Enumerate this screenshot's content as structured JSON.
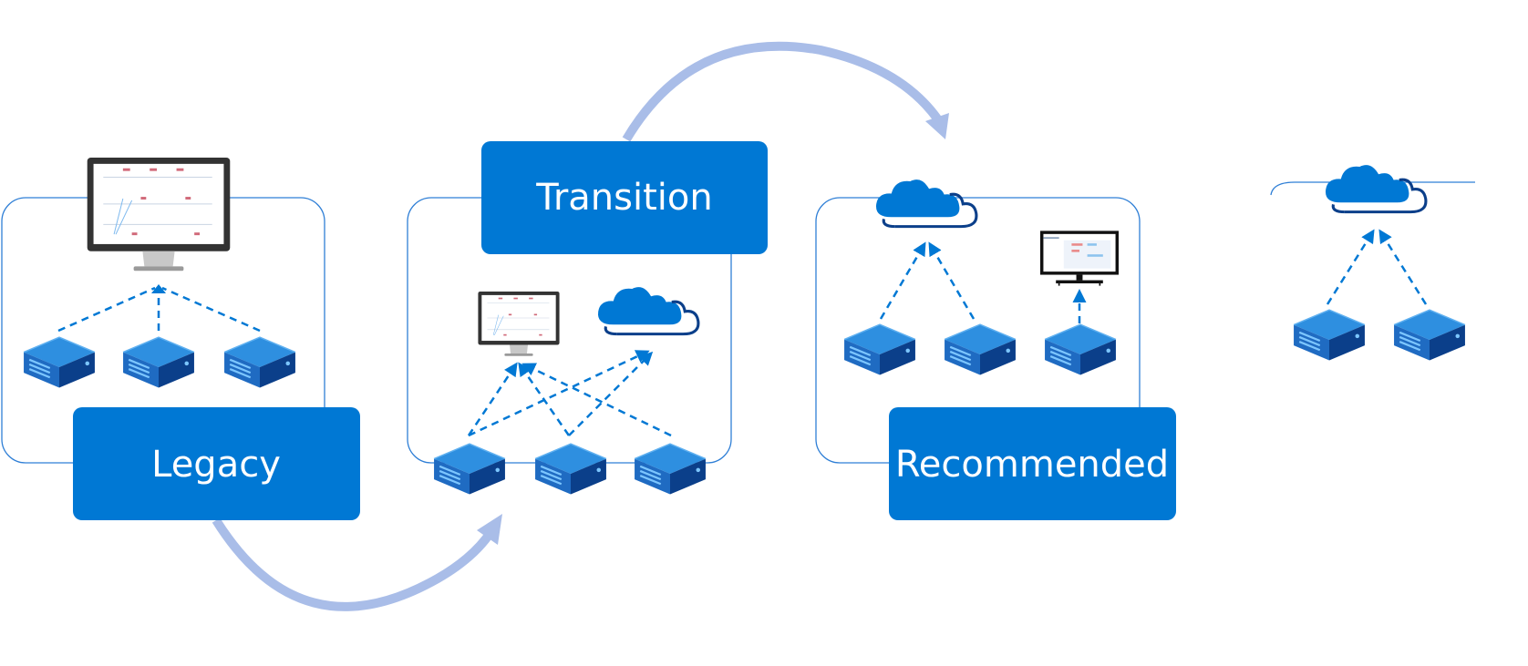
{
  "stages": [
    {
      "id": "legacy",
      "label": "Legacy"
    },
    {
      "id": "transition",
      "label": "Transition"
    },
    {
      "id": "recommended",
      "label": "Recommended"
    }
  ],
  "colors": {
    "primary": "#0078d4",
    "frame": "#2f7fd6",
    "arrow": "#a9bde8",
    "server_top": "#2e8fe0",
    "server_side": "#0b3f8a",
    "cloud": "#0078d4",
    "monitor": "#333333"
  }
}
